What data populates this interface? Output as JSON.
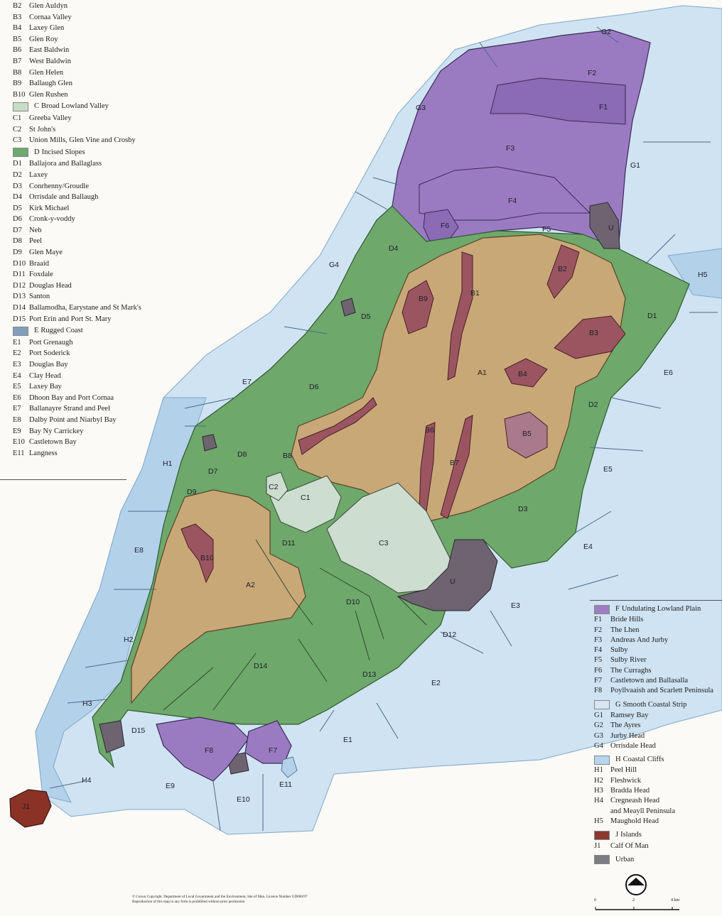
{
  "legend_left": [
    {
      "code": "B2",
      "name": "Glen Auldyn"
    },
    {
      "code": "B3",
      "name": "Cornaa Valley"
    },
    {
      "code": "B4",
      "name": "Laxey Glen"
    },
    {
      "code": "B5",
      "name": "Glen Roy"
    },
    {
      "code": "B6",
      "name": "East Baldwin"
    },
    {
      "code": "B7",
      "name": "West Baldwin"
    },
    {
      "code": "B8",
      "name": "Glen Helen"
    },
    {
      "code": "B9",
      "name": "Ballaugh Glen"
    },
    {
      "code": "B10",
      "name": "Glen Rushen"
    },
    {
      "code": "C",
      "name": "Broad Lowland Valley",
      "swatch": "#c9dcc6"
    },
    {
      "code": "C1",
      "name": "Greeba Valley"
    },
    {
      "code": "C2",
      "name": "St John's"
    },
    {
      "code": "C3",
      "name": "Union Mills, Glen Vine and Crosby"
    },
    {
      "code": "D",
      "name": "Incised Slopes",
      "swatch": "#6fa96c"
    },
    {
      "code": "D1",
      "name": "Ballajora and Ballaglass"
    },
    {
      "code": "D2",
      "name": "Laxey"
    },
    {
      "code": "D3",
      "name": "Conrhenny/Groudle"
    },
    {
      "code": "D4",
      "name": "Orrisdale and Ballaugh"
    },
    {
      "code": "D5",
      "name": "Kirk Michael"
    },
    {
      "code": "D6",
      "name": "Cronk-y-voddy"
    },
    {
      "code": "D7",
      "name": "Neb"
    },
    {
      "code": "D8",
      "name": "Peel"
    },
    {
      "code": "D9",
      "name": "Glen Maye"
    },
    {
      "code": "D10",
      "name": "Braaid"
    },
    {
      "code": "D11",
      "name": "Foxdale"
    },
    {
      "code": "D12",
      "name": "Douglas Head"
    },
    {
      "code": "D13",
      "name": "Santon"
    },
    {
      "code": "D14",
      "name": "Ballamodha, Earystane and St Mark's"
    },
    {
      "code": "D15",
      "name": "Port Erin and Port St. Mary"
    },
    {
      "code": "E",
      "name": "Rugged Coast",
      "swatch": "#7f9fbd"
    },
    {
      "code": "E1",
      "name": "Port Grenaugh"
    },
    {
      "code": "E2",
      "name": "Port Soderick"
    },
    {
      "code": "E3",
      "name": "Douglas Bay"
    },
    {
      "code": "E4",
      "name": "Clay Head"
    },
    {
      "code": "E5",
      "name": "Laxey Bay"
    },
    {
      "code": "E6",
      "name": "Dhoon Bay and Port Cornaa"
    },
    {
      "code": "E7",
      "name": "Ballanayre Strand and Peel"
    },
    {
      "code": "E8",
      "name": "Dalby Point and Niarbyl Bay"
    },
    {
      "code": "E9",
      "name": "Bay Ny Carrickey"
    },
    {
      "code": "E10",
      "name": "Castletown Bay"
    },
    {
      "code": "E11",
      "name": "Langness"
    }
  ],
  "legend_right": [
    {
      "code": "F",
      "name": "Undulating Lowland Plain",
      "swatch": "#9d7cc3"
    },
    {
      "code": "F1",
      "name": "Bride Hills"
    },
    {
      "code": "F2",
      "name": "The Lhen"
    },
    {
      "code": "F3",
      "name": "Andreas And Jurby"
    },
    {
      "code": "F4",
      "name": "Sulby"
    },
    {
      "code": "F5",
      "name": "Sulby River"
    },
    {
      "code": "F6",
      "name": "The Curraghs"
    },
    {
      "code": "F7",
      "name": "Castletown and Ballasalla"
    },
    {
      "code": "F8",
      "name": "Poyllvaaish and Scarlett Peninsula"
    },
    {
      "code": "G",
      "name": "Smooth Coastal Strip",
      "swatch": "#d4e7f3"
    },
    {
      "code": "G1",
      "name": "Ramsey Bay"
    },
    {
      "code": "G2",
      "name": "The Ayres"
    },
    {
      "code": "G3",
      "name": "Jurby Head"
    },
    {
      "code": "G4",
      "name": "Orrisdale Head"
    },
    {
      "code": "H",
      "name": "Coastal Cliffs",
      "swatch": "#b6d6ef"
    },
    {
      "code": "H1",
      "name": "Peel Hill"
    },
    {
      "code": "H2",
      "name": "Fleshwick"
    },
    {
      "code": "H3",
      "name": "Bradda Head"
    },
    {
      "code": "H4",
      "name": "Cregneash Head"
    },
    {
      "code": "",
      "name": "and Meayll Peninsula"
    },
    {
      "code": "H5",
      "name": "Maughold Head"
    },
    {
      "code": "J",
      "name": "Islands",
      "swatch": "#8a3a2e"
    },
    {
      "code": "J1",
      "name": "Calf Of Man"
    },
    {
      "code": "",
      "name": "Urban",
      "swatch": "#7c7c84"
    }
  ],
  "map_labels": [
    "G2",
    "F2",
    "F1",
    "G3",
    "F3",
    "G1",
    "F4",
    "F6",
    "F5",
    "U",
    "D4",
    "G4",
    "H5",
    "B2",
    "B9",
    "B1",
    "D5",
    "D1",
    "B3",
    "E6",
    "A1",
    "B4",
    "E7",
    "D6",
    "D2",
    "B6",
    "B5",
    "D8",
    "B8",
    "B7",
    "H1",
    "E5",
    "D7",
    "D9",
    "C2",
    "C1",
    "D3",
    "D11",
    "C3",
    "E8",
    "B10",
    "E4",
    "A2",
    "U",
    "D10",
    "E3",
    "H2",
    "D12",
    "D14",
    "D13",
    "E2",
    "H3",
    "D15",
    "E1",
    "F8",
    "F7",
    "E11",
    "H4",
    "E9",
    "E10",
    "J1"
  ],
  "copyright": {
    "line1": "© Crown Copyright. Department of Local Government and the Environment, Isle of Man. Licence Number GD000/97",
    "line2": "Reproduction of this map in any form is prohibited without prior permission"
  },
  "scale": {
    "ticks": [
      "0",
      "2",
      "4 km"
    ]
  },
  "colors": {
    "sea_strip": "#cfe3f2",
    "upland": "#c9a878",
    "glen": "#9a5560",
    "broad_valley": "#cdddd0",
    "incised": "#6ea86b",
    "lowland": "#9a7bc2",
    "urban": "#6d6470",
    "island": "#8a3226"
  }
}
